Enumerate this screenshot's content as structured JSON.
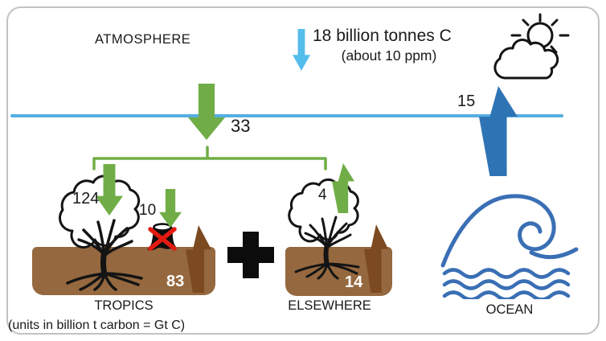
{
  "colors": {
    "green": "#70AD47",
    "light_blue": "#55BDEC",
    "line_blue": "#55AEE3",
    "dark_blue": "#2E74B5",
    "ocean_blue": "#3A6FB5",
    "soil_brown": "#95683F",
    "arrow_brown": "#7C4A21",
    "red_x": "#E21B12"
  },
  "atmosphere": {
    "label": "ATMOSPHERE",
    "increase_text": "18 billion tonnes C",
    "increase_sub": "(about 10 ppm)"
  },
  "flows": {
    "land_split": "33",
    "ocean_flux": "15",
    "tropics_tree": "124",
    "stump_flux": "10",
    "tropics_soil": "83",
    "elsewhere_tree": "4",
    "elsewhere_soil": "14"
  },
  "regions": {
    "tropics": "TROPICS",
    "elsewhere": "ELSEWHERE",
    "ocean": "OCEAN"
  },
  "footnote": "(units in billion t carbon = Gt C)",
  "icons": {
    "sun_cloud": "sun-behind-cloud",
    "ocean_wave": "ocean-wave",
    "tree": "tree-with-roots",
    "stump": "cut-stump-crossed-out",
    "plus": "plus-sign",
    "arrows": "block-flux-arrows"
  }
}
